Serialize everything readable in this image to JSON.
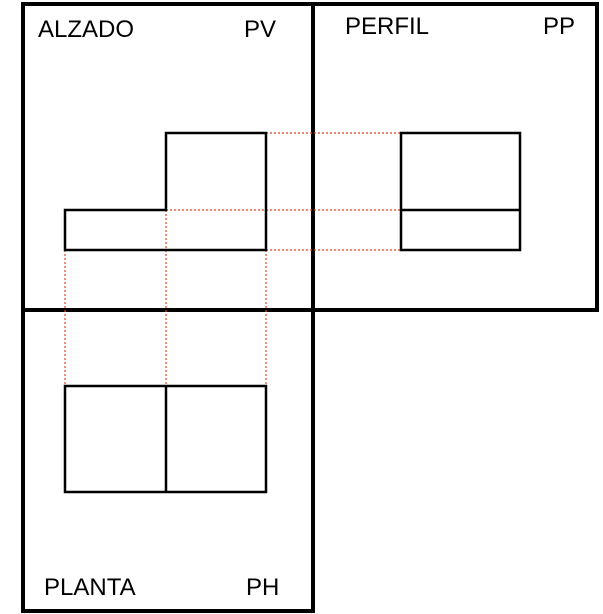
{
  "panels": {
    "alzado": {
      "title": "ALZADO",
      "code": "PV"
    },
    "perfil": {
      "title": "PERFIL",
      "code": "PP"
    },
    "planta": {
      "title": "PLANTA",
      "code": "PH"
    }
  },
  "colors": {
    "lines": "#000000",
    "projection_lines": "#e8421e",
    "background": "#ffffff"
  }
}
